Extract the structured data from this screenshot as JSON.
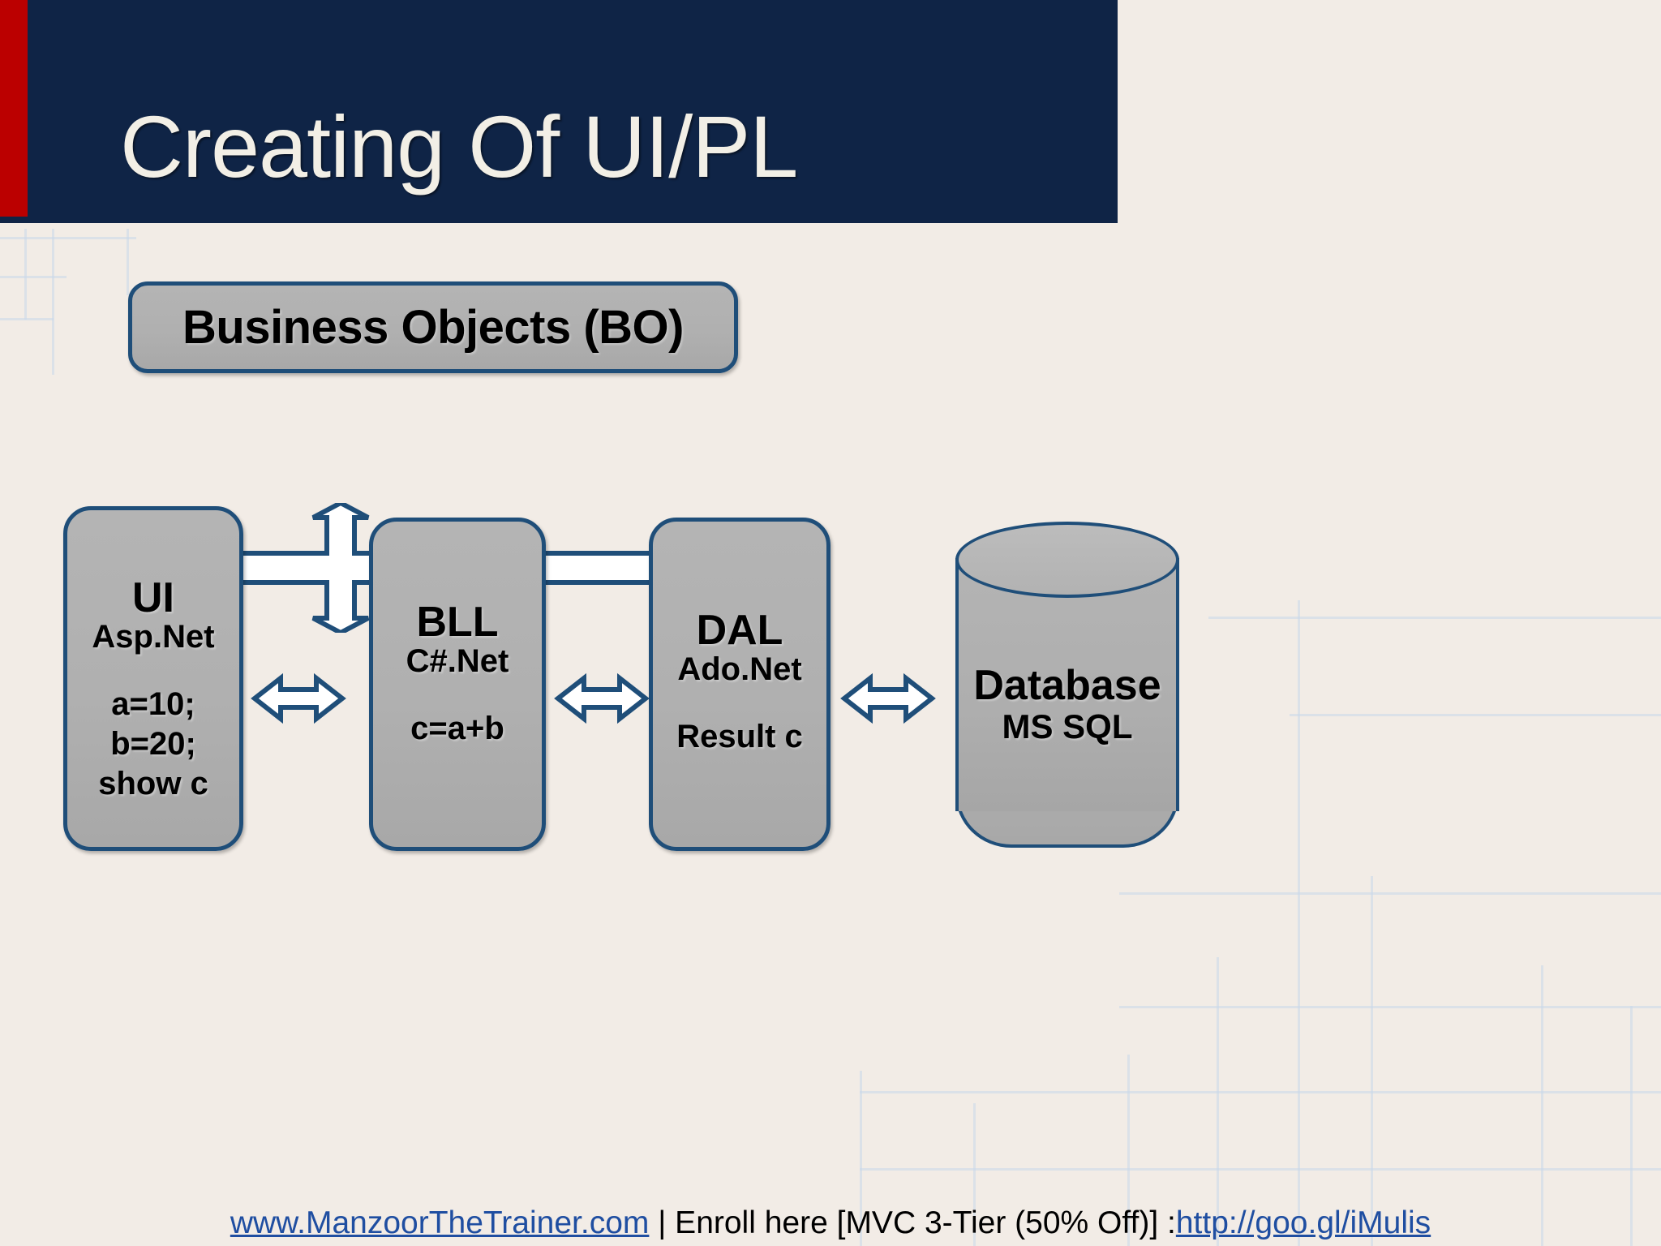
{
  "slide": {
    "title": "Creating Of UI/PL",
    "header_bg": "#0f2446",
    "accent_color": "#bb0000",
    "background": "#f2ece6",
    "box_fill": "#b0b0b0",
    "box_border": "#1f4e79"
  },
  "business_objects": {
    "label": "Business Objects (BO)"
  },
  "layers": [
    {
      "id": "ui",
      "title": "UI",
      "subtitle": "Asp.Net",
      "code": "a=10;\nb=20;\nshow c"
    },
    {
      "id": "bll",
      "title": "BLL",
      "subtitle": "C#.Net",
      "code": "c=a+b"
    },
    {
      "id": "dal",
      "title": "DAL",
      "subtitle": "Ado.Net",
      "code": "Result c"
    }
  ],
  "database": {
    "title": "Database",
    "subtitle": "MS SQL"
  },
  "arrows": {
    "cross": "four-way-arrow",
    "ui_bll": "double-arrow-horizontal",
    "bll_dal": "double-arrow-horizontal",
    "dal_db": "double-arrow-horizontal"
  },
  "footer": {
    "site_link": "www.ManzoorTheTrainer.com",
    "middle_text": " | Enroll here [MVC 3-Tier (50% Off)] :",
    "promo_link": "http://goo.gl/iMulis"
  }
}
